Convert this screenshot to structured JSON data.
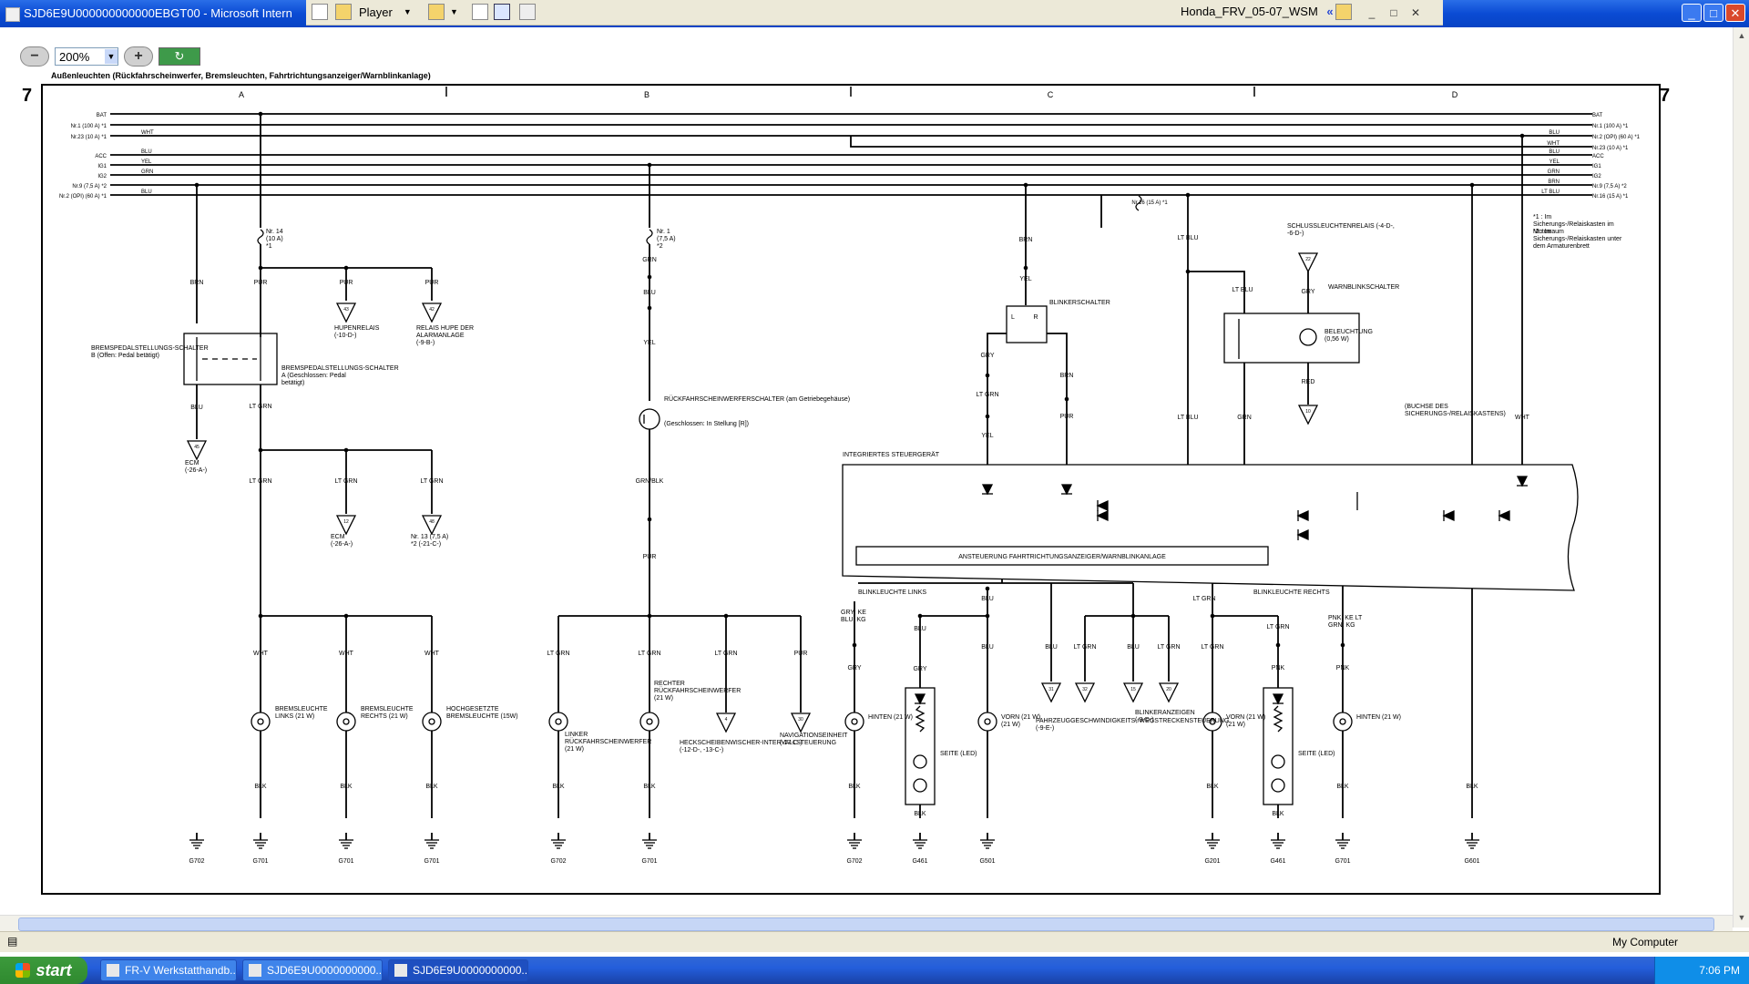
{
  "window": {
    "title": "SJD6E9U000000000000EBGT00 - Microsoft Intern",
    "doc_name": "Honda_FRV_05-07_WSM",
    "chevrons": "«",
    "player_label": "Player",
    "min": "_",
    "max": "□",
    "close": "✕"
  },
  "viewer": {
    "zoom_value": "200%",
    "zoom_out": "−",
    "zoom_in": "+",
    "refresh": "↻"
  },
  "diagram": {
    "title": "Außenleuchten (Rückfahrscheinwerfer, Bremsleuchten, Fahrtrichtungsanzeiger/Warnblinkanlage)",
    "page_num_left": "7",
    "page_num_right": "7",
    "columns": [
      "A",
      "B",
      "C",
      "D"
    ],
    "left_bus": [
      {
        "label": "BAT",
        "color": ""
      },
      {
        "label": "Nr.1 (100 A) *1",
        "color": ""
      },
      {
        "label": "Nr.23 (10 A) *1",
        "color": "WHT"
      },
      {
        "label": "ACC",
        "color": "BLU"
      },
      {
        "label": "IG1",
        "color": "YEL"
      },
      {
        "label": "IG2",
        "color": "GRN"
      },
      {
        "label": "Nr.9 (7,5 A) *2",
        "color": ""
      },
      {
        "label": "Nr.2 (OPI) (60 A) *1",
        "color": "BLU"
      }
    ],
    "right_bus": [
      {
        "label": "BAT",
        "color": ""
      },
      {
        "label": "Nr.1 (100 A) *1",
        "color": ""
      },
      {
        "label": "Nr.2 (OPI) (60 A) *1",
        "color": "BLU"
      },
      {
        "label": "Nr.23 (10 A) *1",
        "color": "WHT"
      },
      {
        "label": "ACC",
        "color": "BLU"
      },
      {
        "label": "IG1",
        "color": "YEL"
      },
      {
        "label": "IG2",
        "color": "GRN"
      },
      {
        "label": "Nr.9 (7,5 A) *2",
        "color": "BRN"
      },
      {
        "label": "Nr.16 (15 A) *1",
        "color": "LT BLU"
      }
    ],
    "notes": [
      "*1 : Im Sicherungs-/Relaiskasten im Motorraum",
      "*2 : Im Sicherungs-/Relaiskasten unter dem Armaturenbrett"
    ],
    "labels": {
      "fuse14": "Nr. 14 (10 A) *1",
      "fuse1": "Nr. 1 (7,5 A) *2",
      "fuse16": "Nr.16 (15 A) *1",
      "brems_b": "BREMSPEDALSTELLUNGS-SCHALTER B (Offen: Pedal betätigt)",
      "brems_a": "BREMSPEDALSTELLUNGS-SCHALTER A (Geschlossen: Pedal betätigt)",
      "hupen": "HUPENRELAIS (-10-D-)",
      "relais_hupe": "RELAIS HUPE DER ALARMANLAGE (-9-B-)",
      "ecm1": "ECM (-26-A-)",
      "ecm2": "ECM (-26-A-)",
      "nr13": "Nr. 13 (7,5 A) *2 (-21-C-)",
      "rueck_schalter": "RÜCKFAHRSCHEINWERFERSCHALTER (am Getriebegehäuse)",
      "rueck_geschl": "(Geschlossen: In Stellung [R])",
      "blinker_schalter": "BLINKERSCHALTER",
      "schluss_relais": "SCHLUSSLEUCHTENRELAIS (-4-D-, -6-D-)",
      "warnblink": "WARNBLINKSCHALTER",
      "buchse": "(BUCHSE DES SICHERUNGS-/RELAISKASTENS)",
      "integ": "INTEGRIERTES STEUERGERÄT",
      "ansteuerung": "ANSTEUERUNG FAHRTRICHTUNGSANZEIGER/WARNBLINKANLAGE",
      "blink_links": "BLINKLEUCHTE LINKS",
      "blink_rechts": "BLINKLEUCHTE RECHTS",
      "brems_links": "BREMSLEUCHTE LINKS (21 W)",
      "brems_rechts": "BREMSLEUCHTE RECHTS (21 W)",
      "hoch_brems": "HOCHGESETZTE BREMSLEUCHTE (15W)",
      "rueck_links": "LINKER RÜCKFAHRSCHEINWERFER (21 W)",
      "rueck_rechts": "RECHTER RÜCKFAHRSCHEINWERFER (21 W)",
      "heck": "HECKSCHEIBENWISCHER-INTERVALLSTEUERUNG (-12-D-, -13-C-)",
      "navi": "NAVIGATIONSEINHEIT (-17-C-)",
      "hinten_l": "HINTEN (21 W)",
      "hinten_r": "HINTEN (21 W)",
      "vorn_l": "VORN (21 W)",
      "vorn_r": "VORN (21 W)",
      "seite_l": "SEITE (LED)",
      "seite_r": "SEITE (LED)",
      "fahrzeug": "FAHRZEUGGESCHWINDIGKEITS-/WEGSTRECKENSTEUERUNG (-9-E-)",
      "blinkanz": "BLINKERANZEIGEN (-3-D-)",
      "grn_blk": "GRN/BLK",
      "gry_ke": "GRY: KE BLU: KG",
      "pnk_ke": "PNK: KE LT GRN: KG",
      "beleuchtung": "BELEUCHTUNG (0,56 W)"
    },
    "grounds": [
      "G702",
      "G701",
      "G701",
      "G702",
      "G701",
      "G702",
      "G461",
      "G501",
      "G201",
      "G461",
      "G701",
      "G601"
    ]
  },
  "taskbar": {
    "start": "start",
    "tasks": [
      "FR-V Werkstatthandb...",
      "SJD6E9U0000000000...",
      "SJD6E9U0000000000..."
    ],
    "time": "7:06 PM"
  },
  "status": {
    "zone": "My Computer"
  }
}
